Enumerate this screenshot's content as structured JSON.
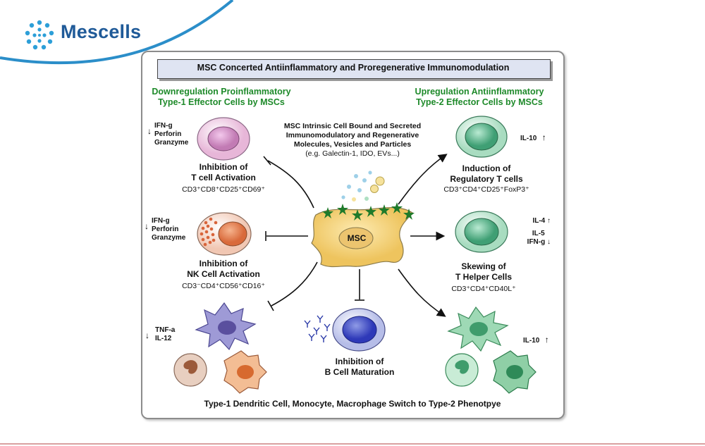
{
  "brand": {
    "name": "Mescells",
    "accent": "#1f5a98",
    "logo_icon": "dotted-circle-logo"
  },
  "title": "MSC Concerted Antiinflammatory and Proregenerative Immunomodulation",
  "left_heading": [
    "Downregulation Proinflammatory",
    "Type-1 Effector Cells by MSCs"
  ],
  "right_heading": [
    "Upregulation Antiinflammatory",
    "Type-2 Effector Cells by MSCs"
  ],
  "center_text": [
    "MSC Intrinsic Cell Bound and Secreted",
    "Immunomodulatory and Regenerative",
    "Molecules, Vesicles and Particles"
  ],
  "center_example": "(e.g. Galectin-1, IDO, EVs...)",
  "msc_label": "MSC",
  "tcell": {
    "cytokines": [
      "IFN-g",
      "Perforin",
      "Granzyme"
    ],
    "label": [
      "Inhibition of",
      "T cell Activation"
    ],
    "markers": "CD3⁺CD8⁺CD25⁺CD69⁺"
  },
  "nkcell": {
    "cytokines": [
      "IFN-g",
      "Perforin",
      "Granzyme"
    ],
    "label": [
      "Inhibition of",
      "NK Cell Activation"
    ],
    "markers": "CD3⁻CD4⁺CD56⁺CD16⁺"
  },
  "dc": {
    "cytokines": [
      "TNF-a",
      "IL-12"
    ]
  },
  "bcell": {
    "label": [
      "Inhibition of",
      "B Cell Maturation"
    ]
  },
  "treg": {
    "cytokines": [
      "IL-10"
    ],
    "label": [
      "Induction of",
      "Regulatory T cells"
    ],
    "markers": "CD3⁺CD4⁺CD25⁺FoxP3⁺"
  },
  "thelper": {
    "cytokines": [
      "IL-4",
      "IL-5",
      "IFN-g"
    ],
    "label": [
      "Skewing of",
      "T Helper Cells"
    ],
    "markers": "CD3⁺CD4⁺CD40L⁺"
  },
  "type2": {
    "cytokines": [
      "IL-10"
    ]
  },
  "bottom_caption": "Type-1 Dendritic Cell, Monocyte, Macrophage Switch to Type-2 Phenotpye",
  "colors": {
    "green_heading": "#1e8a2a",
    "msc_fill": "#f5d77e",
    "star": "#1f7a2a"
  }
}
